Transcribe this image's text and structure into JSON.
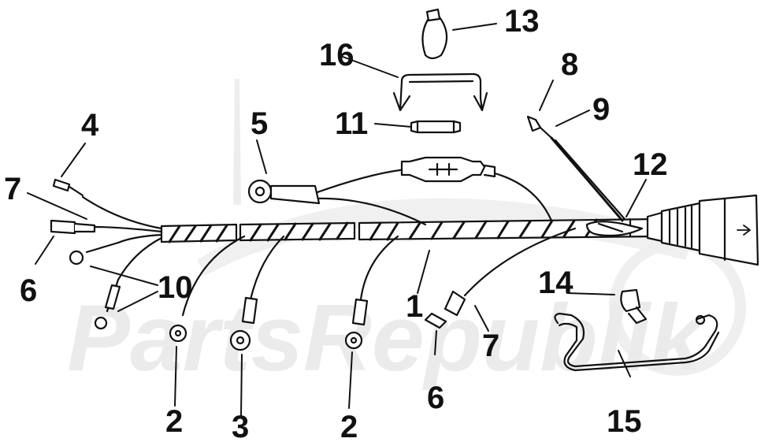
{
  "watermark": {
    "text": "PartsRepublik",
    "color": "#e6e6e6"
  },
  "colors": {
    "line": "#111111",
    "paper": "#ffffff"
  },
  "callouts": {
    "c1": "1",
    "c2a": "2",
    "c2b": "2",
    "c3": "3",
    "c4": "4",
    "c5": "5",
    "c6a": "6",
    "c6b": "6",
    "c7a": "7",
    "c7b": "7",
    "c8": "8",
    "c9": "9",
    "c10": "10",
    "c11": "11",
    "c12": "12",
    "c13": "13",
    "c14": "14",
    "c15": "15",
    "c16": "16"
  }
}
